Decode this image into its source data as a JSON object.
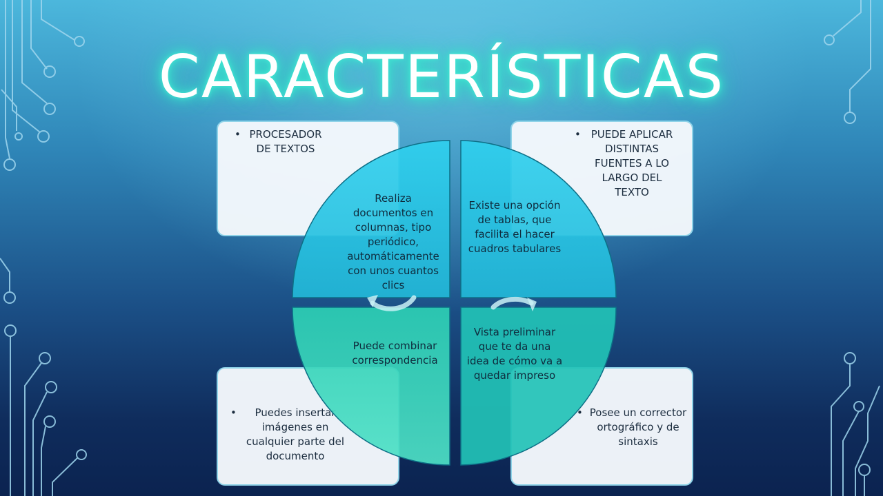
{
  "title": "CARACTERÍSTICAS",
  "outer_items": {
    "top_left": "PROCESADOR DE TEXTOS",
    "top_right": "PUEDE APLICAR DISTINTAS FUENTES A LO LARGO DEL TEXTO",
    "bottom_left": "Puedes insertar imágenes en cualquier parte del documento",
    "bottom_right": "Posee un corrector ortográfico y de sintaxis"
  },
  "inner_quadrants": {
    "top_left": "Realiza documentos en columnas, tipo periódico, automáticamente con unos cuantos clics",
    "top_right": "Existe una opción de tablas, que facilita el hacer cuadros tabulares",
    "bottom_left": "Puede combinar correspondencia",
    "bottom_right": "Vista preliminar que te da una idea de cómo va a quedar impreso"
  },
  "colors": {
    "quadrant_top": "#23c4e0",
    "quadrant_bottom": "#2ad0b4",
    "title_glow": "#3fe8d2",
    "box_border": "#8fd3e8"
  },
  "icons": [
    "circuit-decoration",
    "cycle-arrow"
  ]
}
